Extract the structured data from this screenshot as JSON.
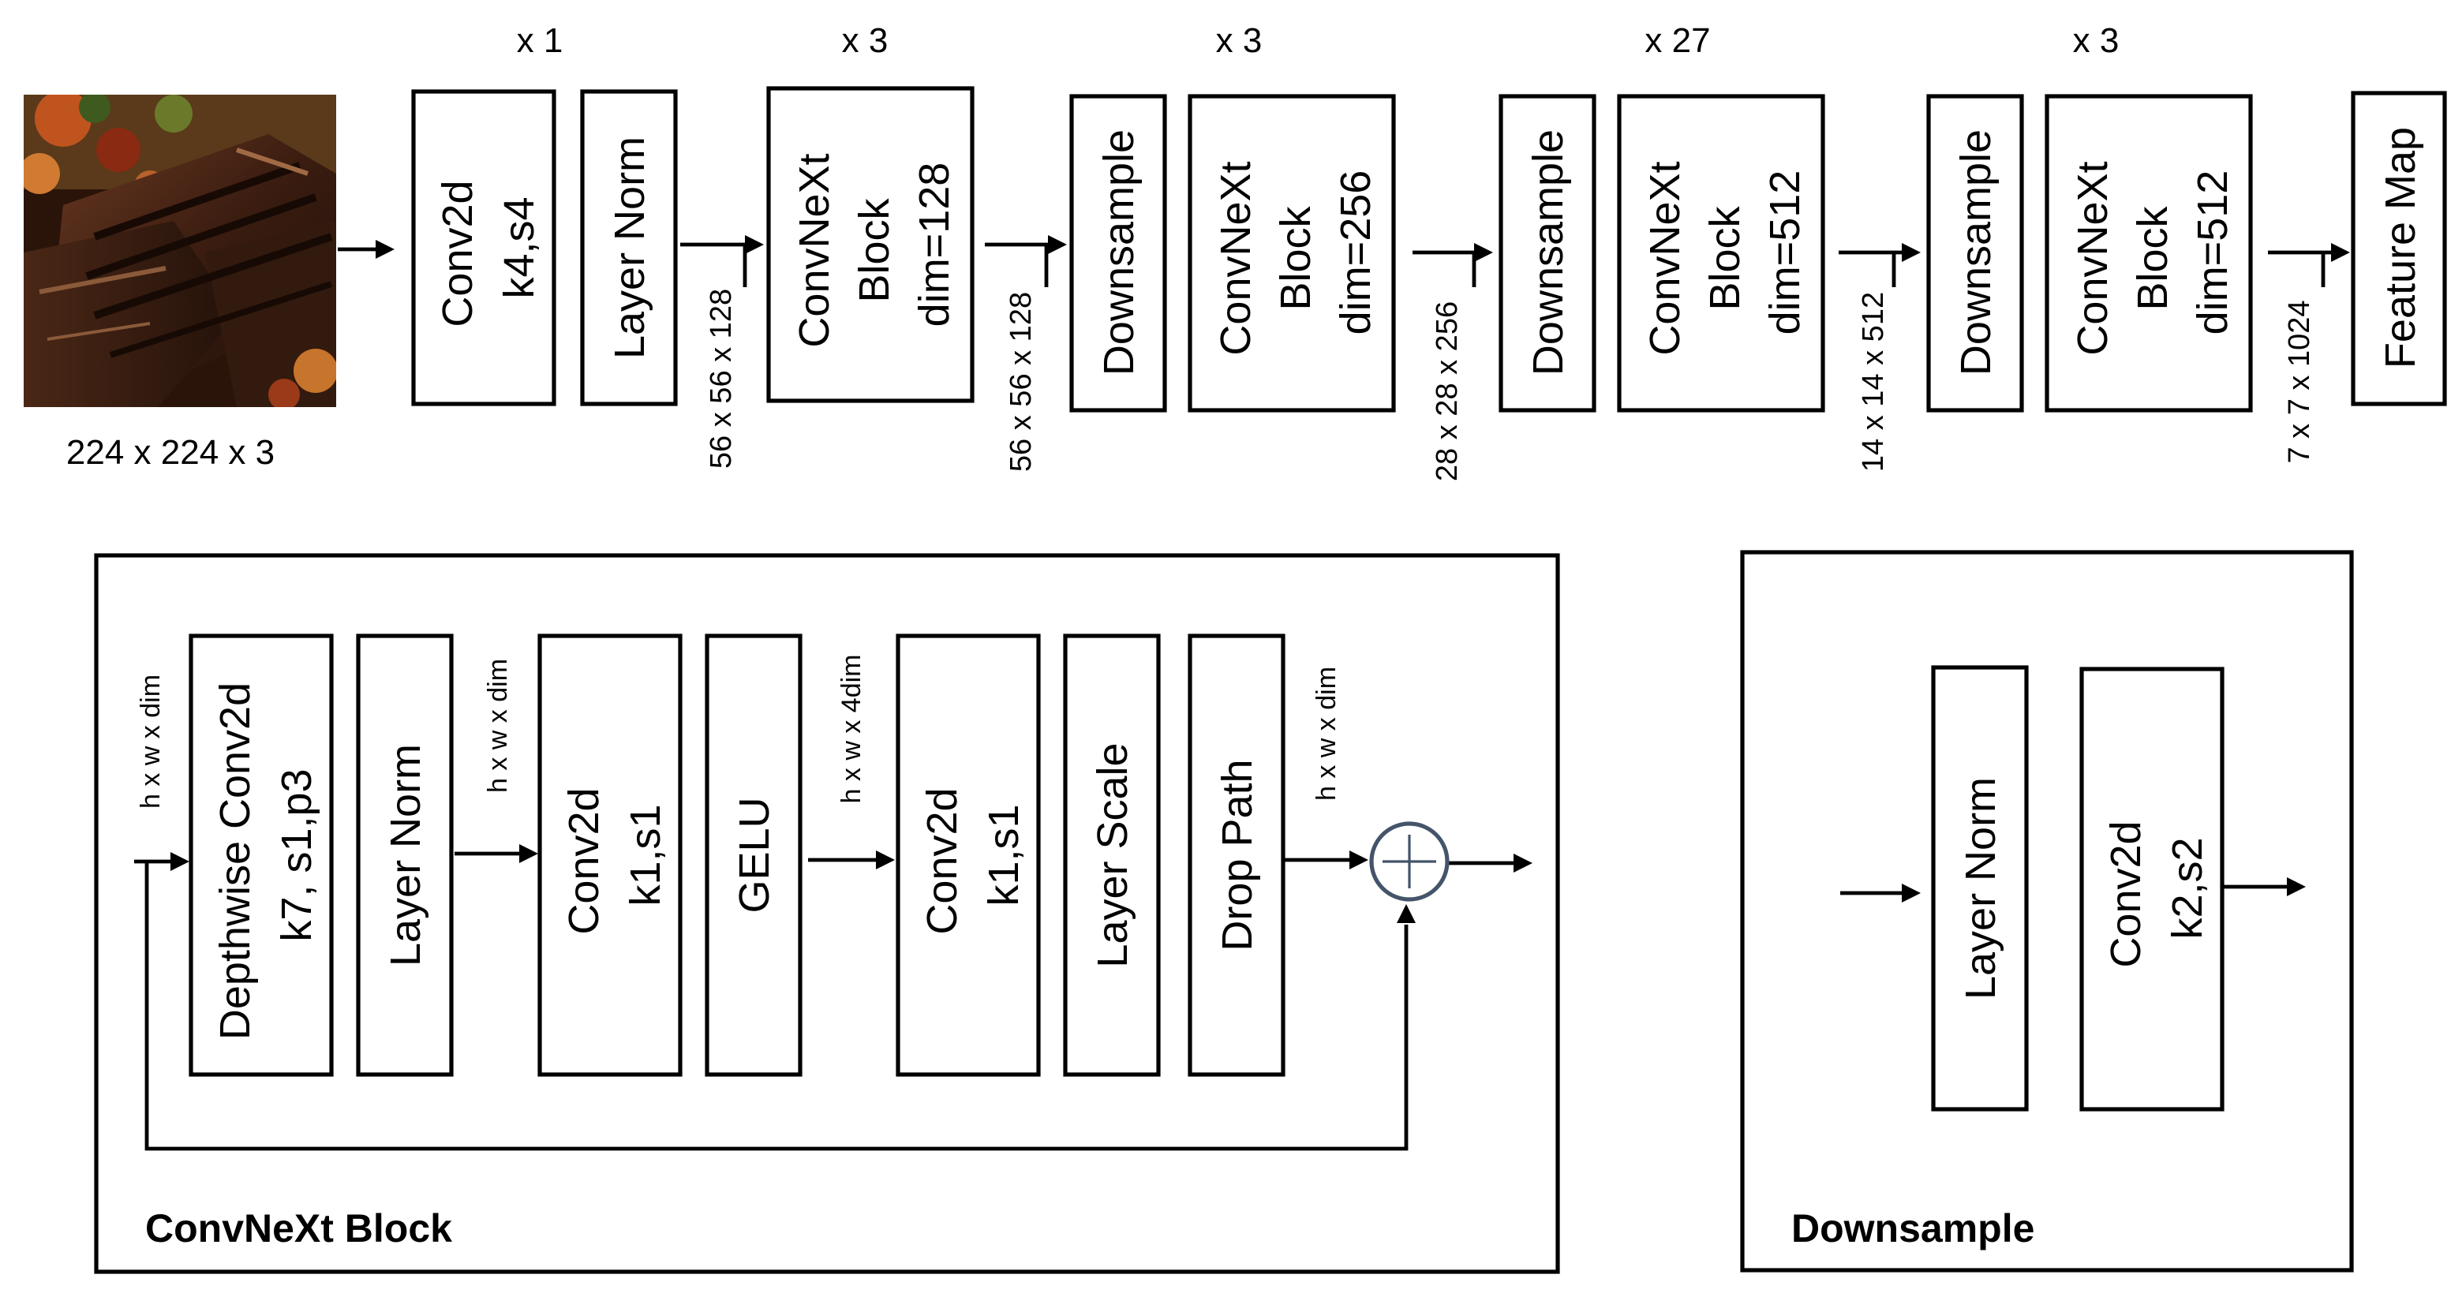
{
  "input": {
    "image_label": "steak-photo",
    "size_label": "224 x 224 x 3"
  },
  "main": {
    "multipliers": [
      "x 1",
      "x 3",
      "x 3",
      "x 27",
      "x 3"
    ],
    "stem_conv": [
      "Conv2d",
      "k4,s4"
    ],
    "stem_norm": "Layer Norm",
    "stage1": [
      "ConvNeXt",
      "Block",
      "dim=128"
    ],
    "downsample_label": "Downsample",
    "stage2": [
      "ConvNeXt",
      "Block",
      "dim=256"
    ],
    "stage3": [
      "ConvNeXt",
      "Block",
      "dim=512"
    ],
    "stage4": [
      "ConvNeXt",
      "Block",
      "dim=512"
    ],
    "output": "Feature Map",
    "dims": [
      "56 x 56 x 128",
      "56 x 56 x 128",
      "28 x 28 x 256",
      "14 x 14 x 512",
      "7 x 7 x 1024"
    ]
  },
  "block": {
    "title": "ConvNeXt Block",
    "dwconv": [
      "Depthwise Conv2d",
      "k7, s1,p3"
    ],
    "norm": "Layer Norm",
    "pw1": [
      "Conv2d",
      "k1,s1"
    ],
    "gelu": "GELU",
    "pw2": [
      "Conv2d",
      "k1,s1"
    ],
    "scale": "Layer Scale",
    "droppath": "Drop Path",
    "dims": [
      "h x w x dim",
      "h x w x dim",
      "h x w x 4dim",
      "h x w x dim"
    ]
  },
  "downsample": {
    "title": "Downsample",
    "norm": "Layer Norm",
    "conv": [
      "Conv2d",
      "k2,s2"
    ]
  },
  "colors": {
    "line": "#000000",
    "adder_stroke": "#44546A",
    "background": "#ffffff"
  }
}
